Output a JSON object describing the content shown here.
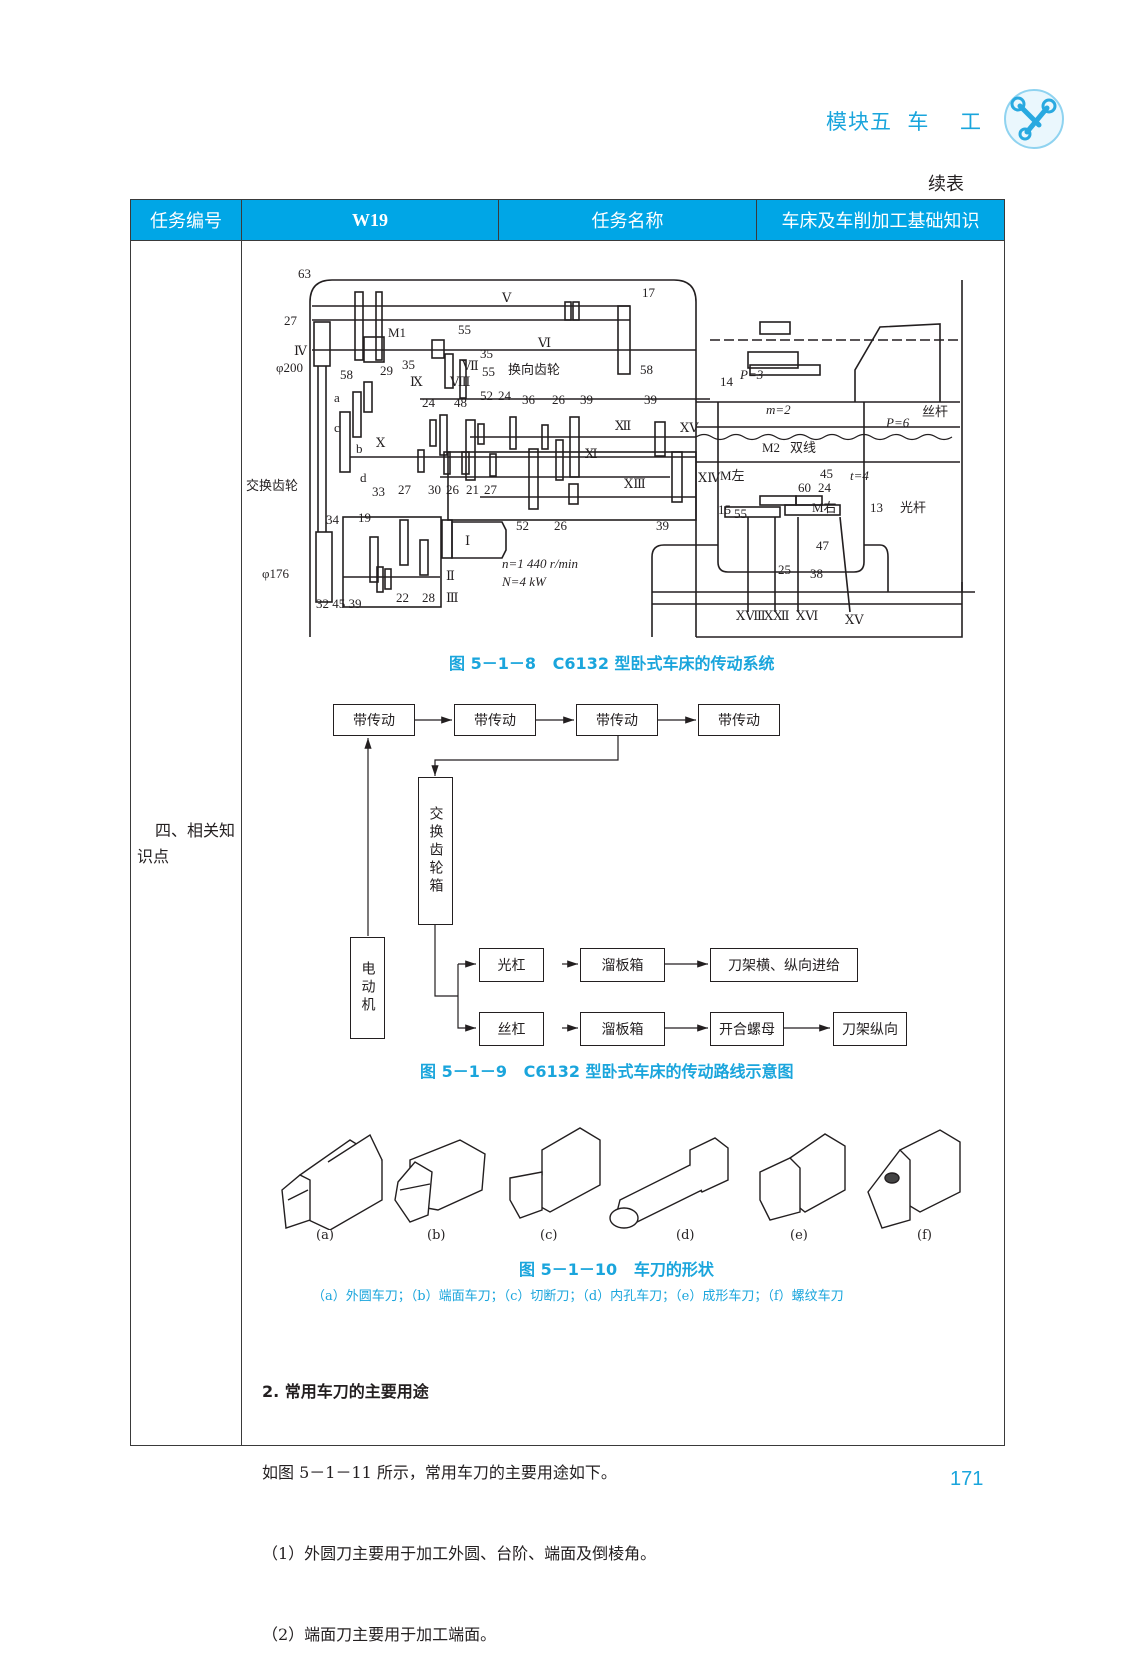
{
  "header": {
    "module": "模块五  车    工",
    "logo_icon": "wrench-pair-icon",
    "continued_label": "续表"
  },
  "task_table": {
    "headers": [
      "任务编号",
      "W19",
      "任务名称",
      "车床及车削加工基础知识"
    ],
    "side_label": "四、相关知识点",
    "accent_color": "#00a6e6"
  },
  "figure_5_1_8": {
    "caption": "图 5－1－8   C6132 型卧式车床的传动系统",
    "labels": {
      "shafts": [
        "Ⅳ",
        "Ⅴ",
        "Ⅵ",
        "Ⅶ",
        "Ⅷ",
        "Ⅸ",
        "Ⅹ",
        "Ⅺ",
        "Ⅻ",
        "ⅩⅢ",
        "ⅩⅣ",
        "ⅩⅤ",
        "ⅩⅥ",
        "ⅩⅧ",
        "ⅩⅫ",
        "Ⅰ",
        "Ⅱ",
        "Ⅲ"
      ],
      "reverse_gear": "换向齿轮",
      "change_gear": "交换齿轮",
      "pulley_top": "φ200",
      "pulley_bottom": "φ176",
      "motor_speed": "n=1 440 r/min",
      "motor_power": "N=4 kW",
      "lead_screw": "丝杆",
      "feed_rod": "光杆",
      "pitch_carriage": "P=3",
      "pitch_leadscrew": "P=6",
      "module_m": "m=2",
      "clutch_m1": "M1",
      "clutch_m2": "M2",
      "double_thread": "双线",
      "clutch_left": "M左",
      "clutch_right": "M右",
      "t4": "t=4",
      "change_gear_letters": [
        "a",
        "b",
        "c",
        "d"
      ]
    }
  },
  "figure_5_1_9": {
    "caption": "图 5－1－9   C6132 型卧式车床的传动路线示意图",
    "top_chain": [
      "带传动",
      "带传动",
      "带传动",
      "带传动"
    ],
    "gearbox": "交换齿轮箱",
    "motor": "电动机",
    "branch_feed": [
      "光杠",
      "溜板箱",
      "刀架横、纵向进给"
    ],
    "branch_thread": [
      "丝杠",
      "溜板箱",
      "开合螺母",
      "刀架纵向"
    ]
  },
  "figure_5_1_10": {
    "caption": "图 5－1－10   车刀的形状",
    "tool_labels": [
      "(a)",
      "(b)",
      "(c)",
      "(d)",
      "(e)",
      "(f)"
    ],
    "legend": "（a）外圆车刀；（b）端面车刀；（c）切断刀；（d）内孔车刀；（e）成形车刀；（f）螺纹车刀"
  },
  "section": {
    "heading": "2. 常用车刀的主要用途",
    "lines": [
      "如图 5－1－11 所示，常用车刀的主要用途如下。",
      "（1）外圆刀主要用于加工外圆、台阶、端面及倒棱角。",
      "（2）端面刀主要用于加工端面。"
    ]
  },
  "page_number": "171"
}
